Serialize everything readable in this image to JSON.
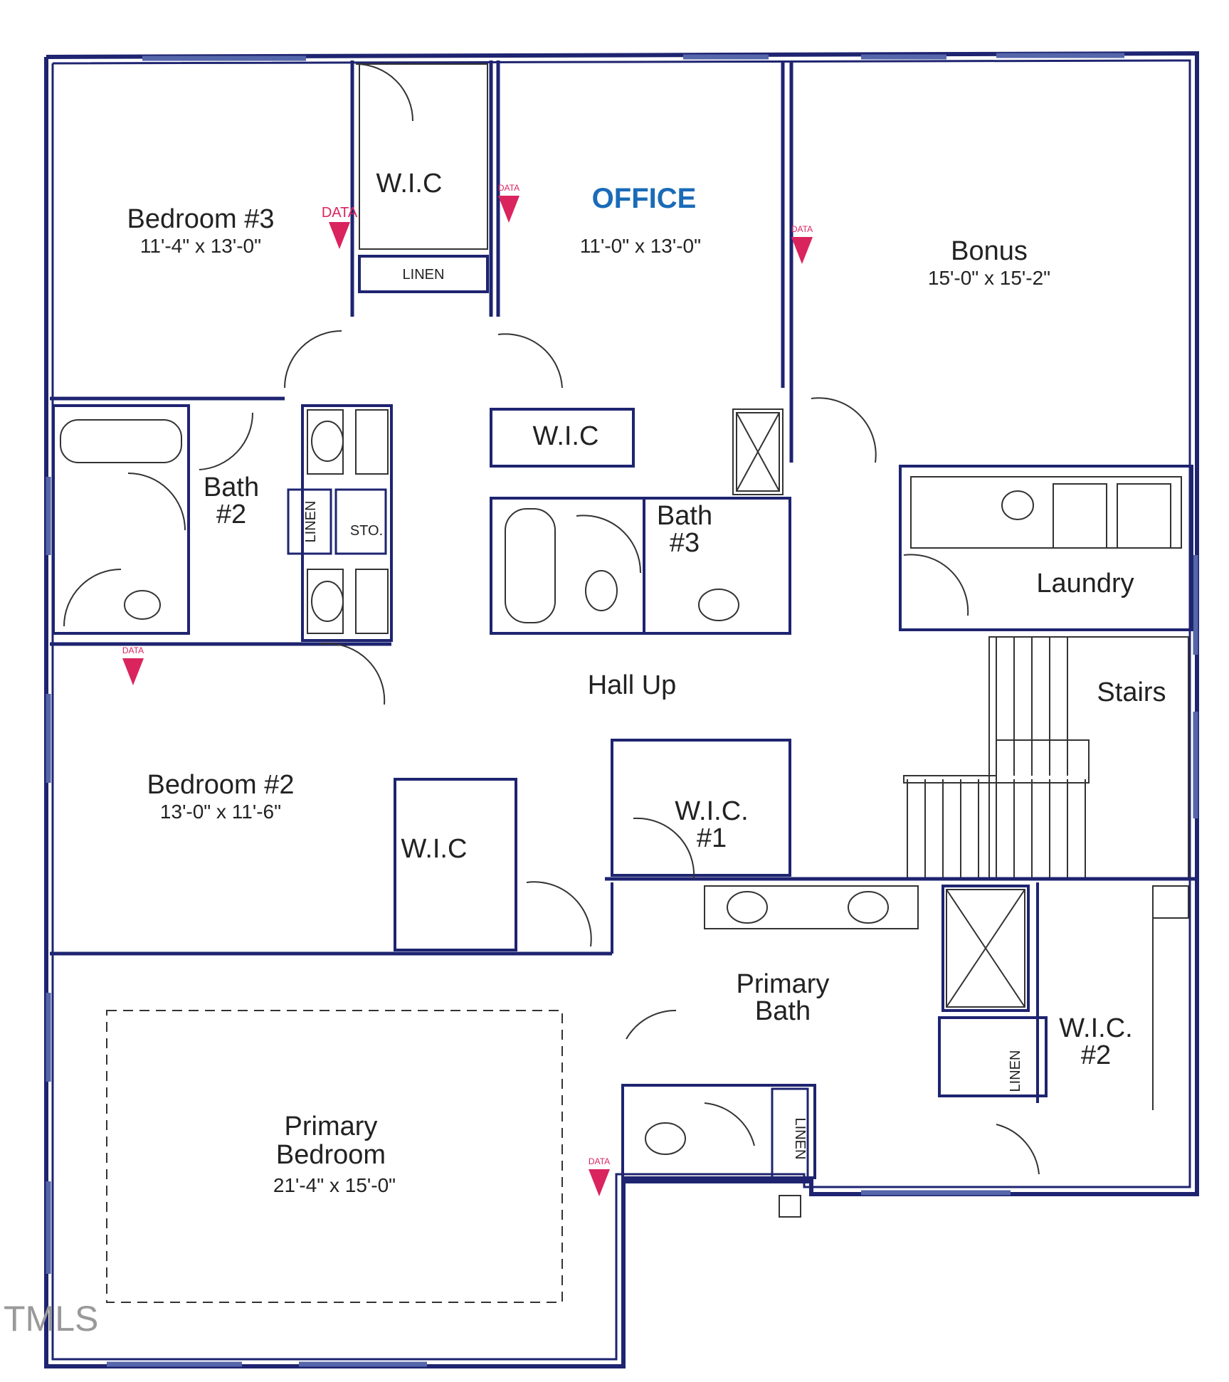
{
  "rooms": {
    "bedroom3": {
      "name": "Bedroom #3",
      "dims": "11'-4\" x 13'-0\""
    },
    "office": {
      "name": "OFFICE",
      "dims": "11'-0\" x 13'-0\""
    },
    "bonus": {
      "name": "Bonus",
      "dims": "15'-0\" x 15'-2\""
    },
    "bedroom2": {
      "name": "Bedroom #2",
      "dims": "13'-0\" x 11'-6\""
    },
    "primary_bedroom": {
      "name_line1": "Primary",
      "name_line2": "Bedroom",
      "dims": "21'-4\" x 15'-0\""
    },
    "hall": {
      "name": "Hall Up"
    },
    "laundry": {
      "name": "Laundry"
    },
    "stairs": {
      "name": "Stairs"
    },
    "bath2": {
      "line1": "Bath",
      "line2": "#2"
    },
    "bath3": {
      "line1": "Bath",
      "line2": "#3"
    },
    "primary_bath": {
      "line1": "Primary",
      "line2": "Bath"
    },
    "wic_bed3": {
      "name": "W.I.C"
    },
    "wic_office": {
      "name": "W.I.C"
    },
    "wic_bed2": {
      "name": "W.I.C"
    },
    "wic1": {
      "line1": "W.I.C.",
      "line2": "#1"
    },
    "wic2": {
      "line1": "W.I.C.",
      "line2": "#2"
    },
    "linen_top": {
      "name": "LINEN"
    },
    "linen_bath2": {
      "name": "LINEN"
    },
    "sto": {
      "name": "STO."
    },
    "linen_wic2": {
      "name": "LINEN"
    },
    "linen_primary": {
      "name": "LINEN"
    }
  },
  "data_markers": {
    "label": "DATA",
    "color": "#d9245e"
  },
  "watermark": {
    "text": "TMLS"
  }
}
